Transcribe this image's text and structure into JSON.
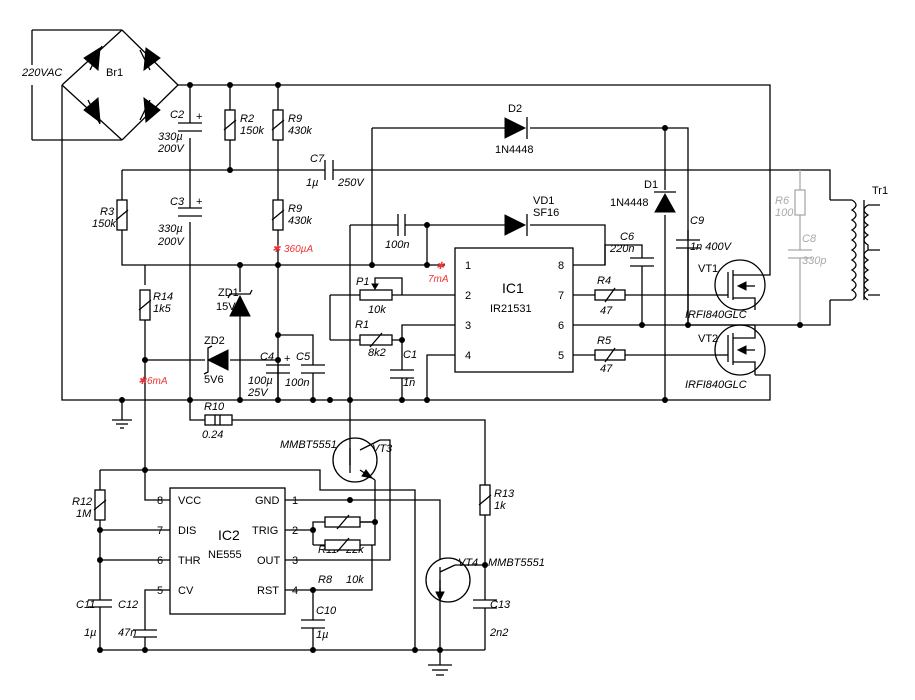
{
  "labels": {
    "ac_input": "220VAC",
    "br1": "Br1",
    "c2": "C2",
    "c2_val": "330µ",
    "c2_v": "200V",
    "r2": "R2",
    "r2_val": "150k",
    "r9a": "R9",
    "r9a_val": "430k",
    "c3": "C3",
    "c3_val": "330µ",
    "c3_v": "200V",
    "r9b": "R9",
    "r9b_val": "430k",
    "c7": "C7",
    "c7_val": "1µ",
    "c7_v": "250V",
    "d2": "D2",
    "d2_val": "1N4448",
    "d1": "D1",
    "d1_val": "1N4448",
    "vd1": "VD1",
    "vd1_val": "SF16",
    "c9": "C9",
    "c9_val": "1n 400V",
    "r6": "R6",
    "r6_val": "100",
    "c8": "C8",
    "c8_val": "330p",
    "tr1": "Tr1",
    "r3": "R3",
    "r3_val": "150k",
    "cap_100n": "100n",
    "c6": "C6",
    "c6_val": "220n",
    "current_360": "360µA",
    "current_7": "7mA",
    "current_6": "6mA",
    "zd1": "ZD1",
    "zd1_val": "15V",
    "r14": "R14",
    "r14_val": "1k5",
    "p1": "P1",
    "p1_val": "10k",
    "r1": "R1",
    "r1_val": "8k2",
    "c1": "C1",
    "c1_val": "1n",
    "r4": "R4",
    "r4_val": "47",
    "r5": "R5",
    "r5_val": "47",
    "vt1": "VT1",
    "vt1_val": "IRFI840GLC",
    "vt2": "VT2",
    "vt2_val": "IRFI840GLC",
    "zd2": "ZD2",
    "zd2_val": "5V6",
    "c4": "C4",
    "c4_val": "100µ",
    "c4_v": "25V",
    "c5": "C5",
    "c5_val": "100n",
    "r10": "R10",
    "r10_val": "0.24",
    "vt3": "VT3",
    "vt3_val": "MMBT5551",
    "vt4": "VT4",
    "vt4_val": "MMBT5551",
    "r12": "R12",
    "r12_val": "1M",
    "r13": "R13",
    "r13_val": "1k",
    "r11": "R11",
    "r11_val": "22k",
    "r8": "R8",
    "r8_val": "10k",
    "c11": "C11",
    "c11_val": "1µ",
    "c12": "C12",
    "c12_val": "47n",
    "c10": "C10",
    "c10_val": "1µ",
    "c13": "C13",
    "c13_val": "2n2"
  },
  "ic1": {
    "name": "IC1",
    "part": "IR21531",
    "pins": [
      "1",
      "2",
      "3",
      "4",
      "5",
      "6",
      "7",
      "8"
    ]
  },
  "ic2": {
    "name": "IC2",
    "part": "NE555",
    "pin_names": [
      "VCC",
      "DIS",
      "THR",
      "CV",
      "GND",
      "TRIG",
      "OUT",
      "RST"
    ],
    "pin_numbers": [
      "8",
      "7",
      "6",
      "5",
      "1",
      "2",
      "3",
      "4"
    ]
  },
  "colors": {
    "wire": "#000000",
    "inactive": "#a9a9a9",
    "measurement": "#ee3333"
  }
}
